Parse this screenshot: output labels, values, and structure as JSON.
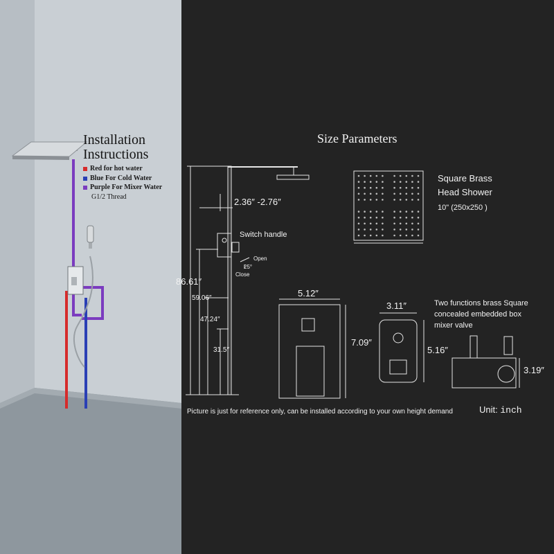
{
  "installation": {
    "title_line1": "Installation",
    "title_line2": "Instructions",
    "legend": [
      {
        "label": "Red for hot water",
        "color": "#d62b2b"
      },
      {
        "label": "Blue For Cold Water",
        "color": "#2a3fb5"
      },
      {
        "label": "Purple For Mixer Water",
        "color": "#7b3bbf"
      }
    ],
    "thread": "G1/2 Thread"
  },
  "size": {
    "title": "Size Parameters",
    "arm_length": "2.36″ -2.76″",
    "switch_handle": "Switch handle",
    "open_label": "Open",
    "angle_label": "25°",
    "close_label": "Close",
    "total_height": "86.61″",
    "h1": "59.06″",
    "h2": "47.24″",
    "h3": "31.5″",
    "head_name_line1": "Square Brass",
    "head_name_line2": "Head Shower",
    "head_size": "10\" (250x250 )",
    "plate_width": "5.12″",
    "plate_height": "7.09″",
    "box_width": "3.11″",
    "box_height": "5.16″",
    "valve_desc_line1": "Two functions brass Square",
    "valve_desc_line2": "concealed embedded box",
    "valve_desc_line3": "mixer valve",
    "valve_depth": "3.19″",
    "note": "Picture is just for reference only, can be installed according to your own height demand",
    "unit_label": "Unit:",
    "unit_value": "inch"
  },
  "colors": {
    "background": "#232323",
    "wall": "#c7cdd2",
    "hot": "#d62b2b",
    "cold": "#2a3fb5",
    "mixer": "#7b3bbf",
    "line": "#e6e6e6"
  }
}
